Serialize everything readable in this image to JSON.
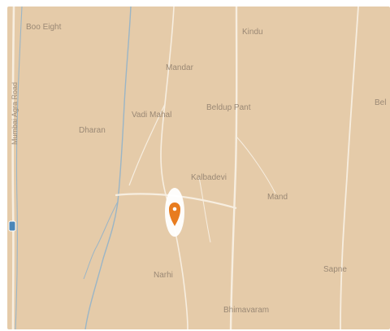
{
  "map": {
    "background_color": "#e5cba9",
    "water_color": "#9ab5c6",
    "road_color": "#f7eee0",
    "marker_color": "#e87c1f",
    "marker_icon": "map-pin-icon",
    "route_shield_icon": "highway-shield-icon",
    "places": [
      {
        "id": "place-top-left",
        "text": "Boo Eight"
      },
      {
        "id": "place-top-center",
        "text": "Kindu"
      },
      {
        "id": "place-upper-center",
        "text": "Mandar"
      },
      {
        "id": "place-center-left",
        "text": "Vadi Mahal"
      },
      {
        "id": "place-center",
        "text": "Beldup Pant"
      },
      {
        "id": "place-right-edge",
        "text": "Bel"
      },
      {
        "id": "place-left",
        "text": "Dharan"
      },
      {
        "id": "place-mid-center",
        "text": "Kalbadevi"
      },
      {
        "id": "place-mid-right",
        "text": "Mand"
      },
      {
        "id": "place-lower-right",
        "text": "Sapne"
      },
      {
        "id": "place-lower-center",
        "text": "Narhi"
      },
      {
        "id": "place-bottom-center",
        "text": "Bhimavaram"
      }
    ],
    "highway_label": "Mumbai Agra Road"
  }
}
